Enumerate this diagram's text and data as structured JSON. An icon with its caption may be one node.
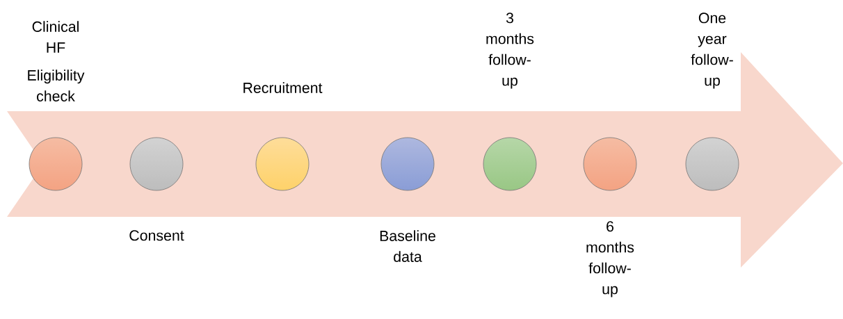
{
  "diagram": {
    "nodes": [
      {
        "text": [
          "Clinical HF",
          "Eligibility check"
        ]
      },
      {
        "text": [
          "Consent"
        ]
      },
      {
        "text": [
          "Recruitment"
        ]
      },
      {
        "text": [
          "Baseline data"
        ]
      },
      {
        "text": [
          "3 months follow-up"
        ]
      },
      {
        "text": [
          "6 months follow-up"
        ]
      },
      {
        "text": [
          "One year follow-up"
        ]
      }
    ]
  }
}
